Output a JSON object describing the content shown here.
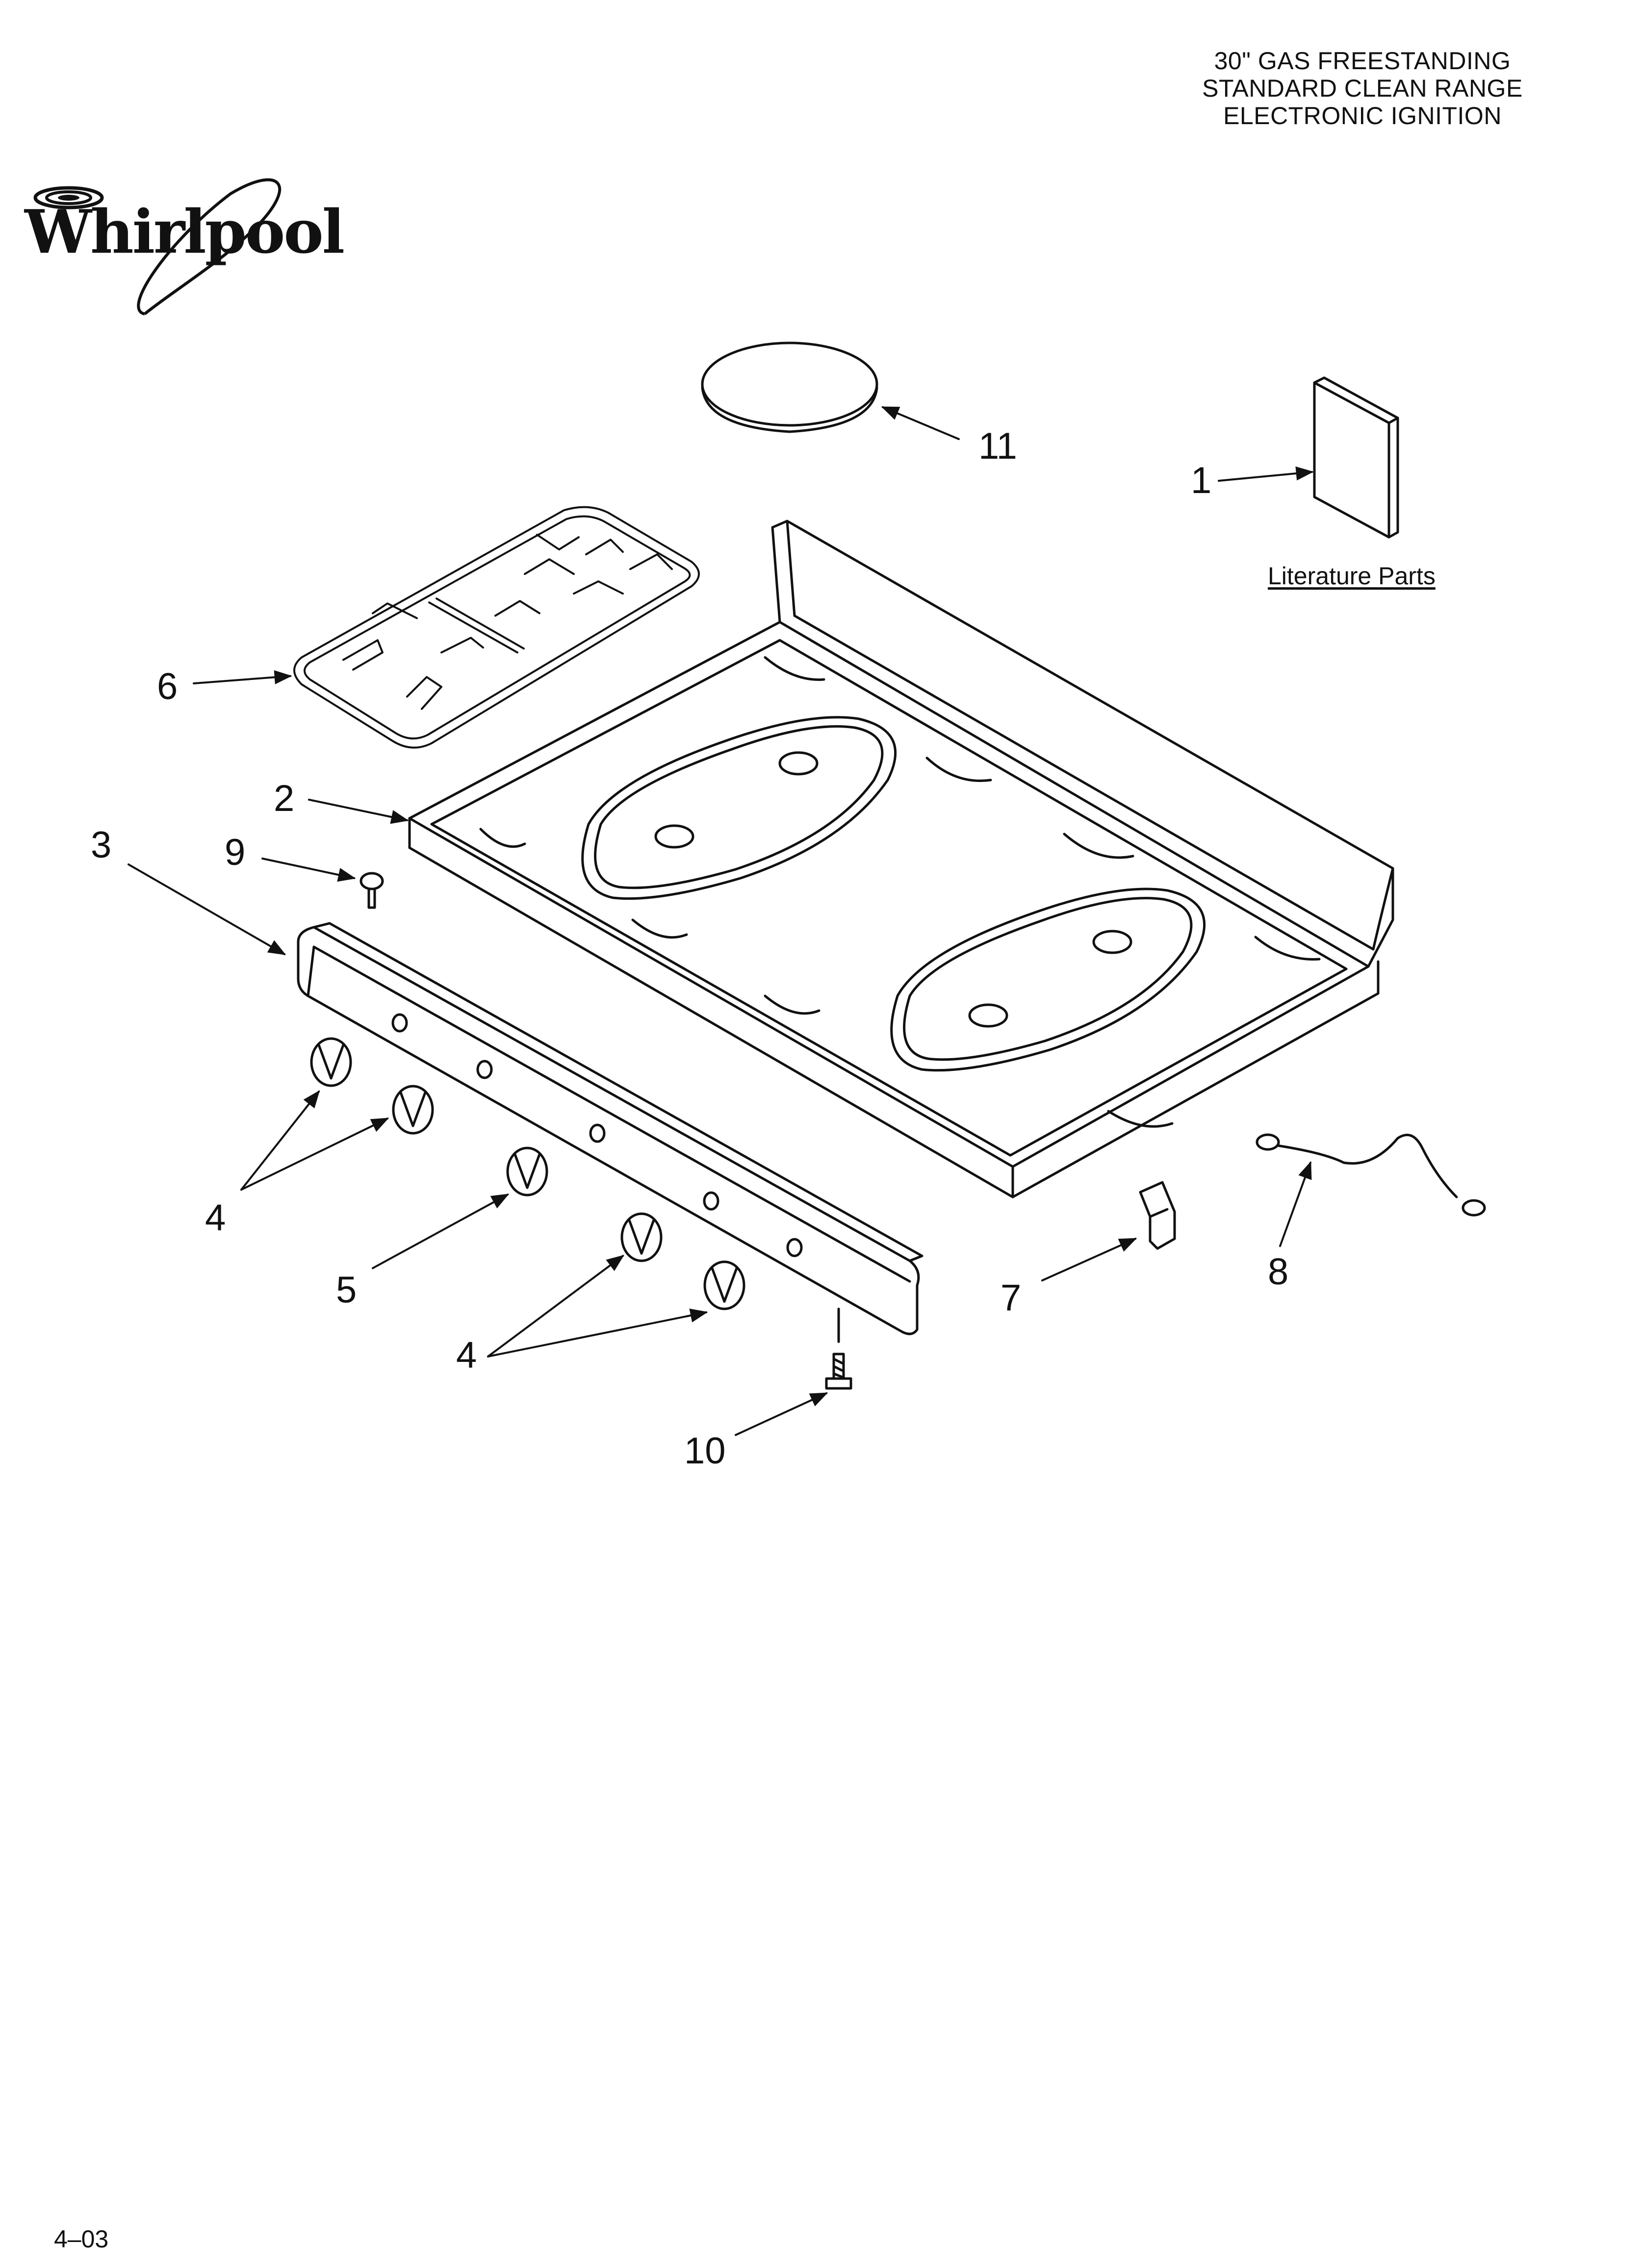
{
  "header": {
    "title_lines": [
      "30\" GAS FREESTANDING",
      "STANDARD CLEAN RANGE",
      "ELECTRONIC IGNITION"
    ]
  },
  "brand": {
    "logo_text": "Whirlpool"
  },
  "diagram": {
    "literature_label": "Literature Parts",
    "callouts": {
      "c1": "1",
      "c2": "2",
      "c3": "3",
      "c4a": "4",
      "c4b": "4",
      "c5": "5",
      "c6": "6",
      "c7": "7",
      "c8": "8",
      "c9": "9",
      "c10": "10",
      "c11": "11"
    }
  },
  "footer": {
    "code": "4–03"
  },
  "colors": {
    "line": "#111111",
    "background": "#ffffff"
  }
}
